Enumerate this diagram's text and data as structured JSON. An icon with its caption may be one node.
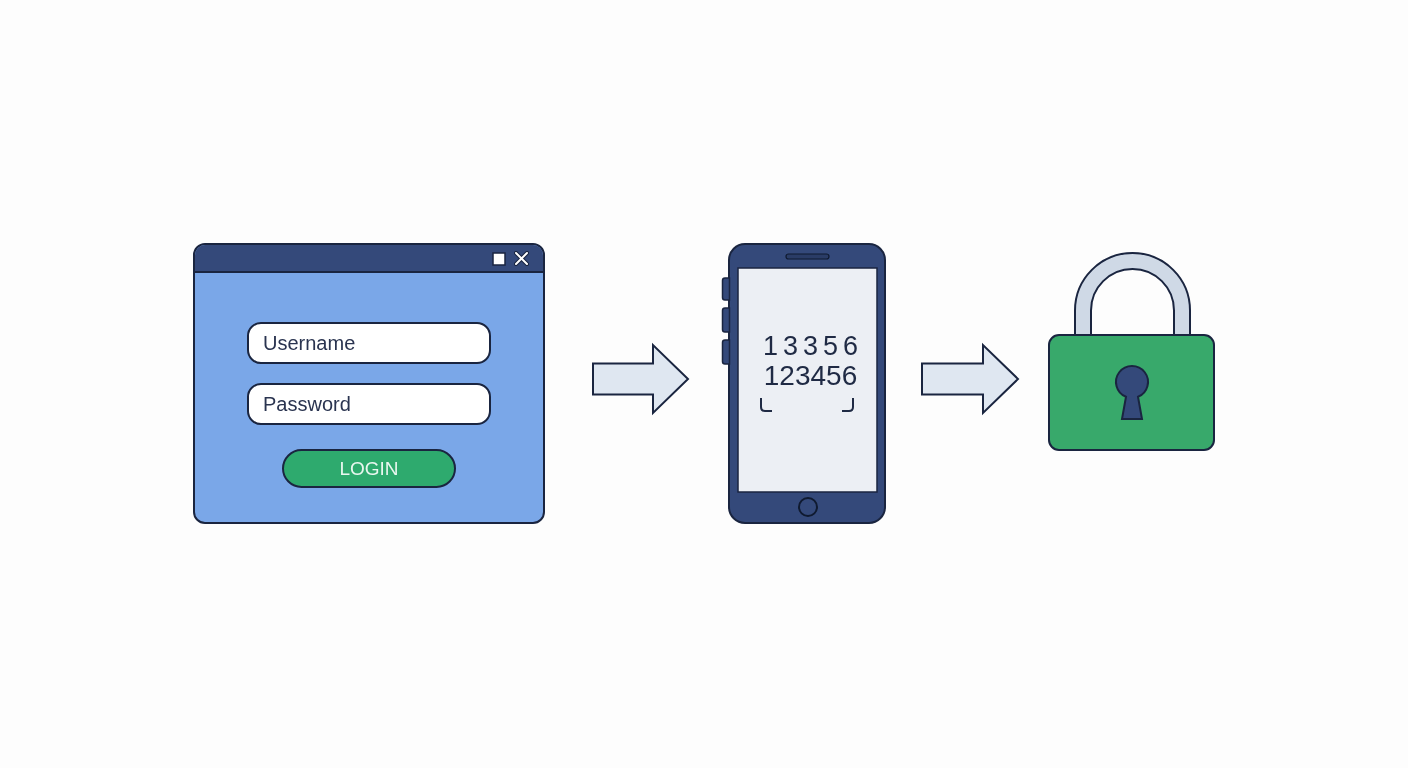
{
  "diagram": {
    "nodes": [
      {
        "text": [],
        "shape": "box"
      },
      {
        "text": [
          "Username"
        ],
        "in": 0
      },
      {
        "text": [
          "Password"
        ],
        "in": 0
      },
      {
        "text": [
          "LOGIN"
        ],
        "in": 0
      },
      {
        "text": [
          "13356",
          "123456"
        ]
      },
      {
        "text": [],
        "shape": "picture"
      }
    ],
    "edges": [
      {
        "from": 0,
        "to": 4,
        "arrow": "to"
      },
      {
        "from": 4,
        "to": 5,
        "arrow": "to"
      }
    ]
  }
}
